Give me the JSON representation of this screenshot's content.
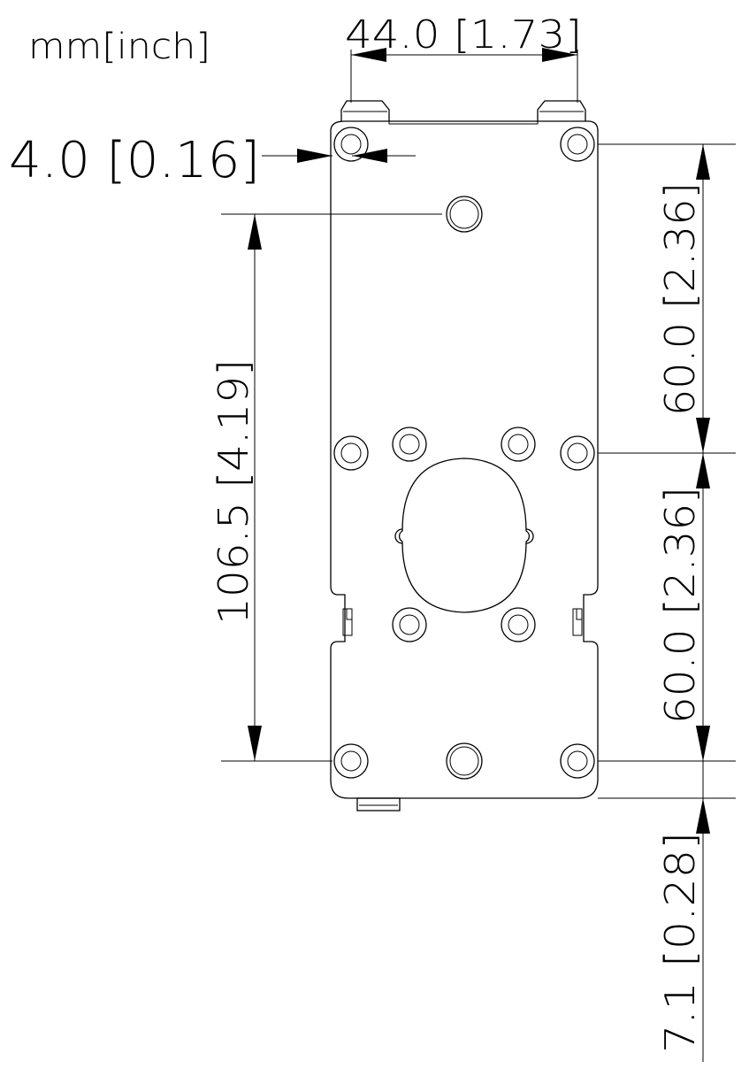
{
  "units_label": "mm[inch]",
  "dimensions": {
    "top_width": "44.0  [1.73]",
    "hole_offset": "4.0 [0.16]",
    "left_height": "106.5 [4.19]",
    "right_upper": "60.0 [2.36]",
    "right_lower": "60.0 [2.36]",
    "bottom_offset": "7.1 [0.28]"
  }
}
